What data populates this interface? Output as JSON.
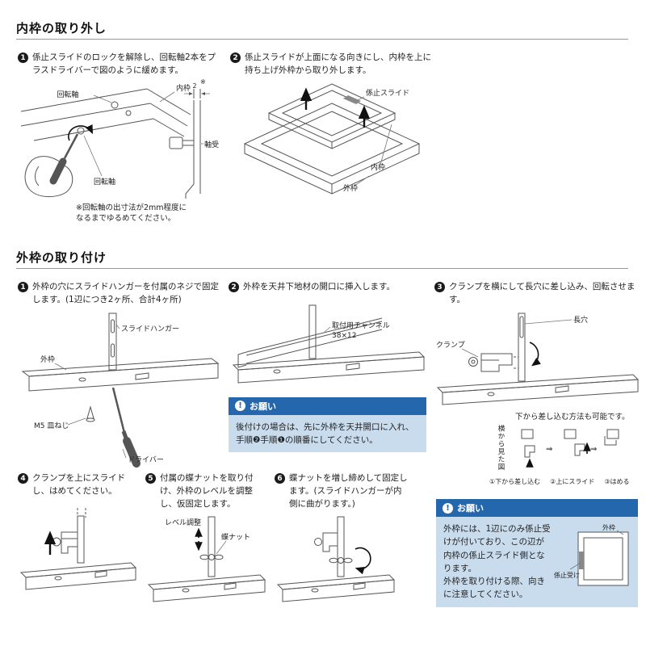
{
  "colors": {
    "accent_blue": "#2467ad",
    "light_blue": "#c9dcee"
  },
  "remove": {
    "title": "内枠の取り外し",
    "step1": {
      "num": "1",
      "text": "係止スライドのロックを解除し、回転軸2本をプラスドライバーで図のように緩めます。",
      "note": "※回転軸の出寸法が2mm程度に\nなるまでゆるめてください。",
      "labels": {
        "kaitenjiku": "回転軸",
        "kaitenjiku2": "回転軸",
        "uchiwaku": "内枠",
        "jikuuke": "軸受",
        "dim": "2",
        "dim_mark": "※"
      }
    },
    "step2": {
      "num": "2",
      "text": "係止スライドが上面になる向きにし、内枠を上に持ち上げ外枠から取り外します。",
      "labels": {
        "keishi_slide": "係止スライド",
        "uchiwaku": "内枠",
        "sotowaku": "外枠"
      }
    }
  },
  "install": {
    "title": "外枠の取り付け",
    "step1": {
      "num": "1",
      "text": "外枠の穴にスライドハンガーを付属のネジで固定します。(1辺につき2ヶ所、合計4ヶ所)",
      "labels": {
        "slide_hanger": "スライドハンガー",
        "sotowaku": "外枠",
        "m5_screw": "M5 皿ねじ",
        "driver": "ドライバー"
      }
    },
    "step2": {
      "num": "2",
      "text": "外枠を天井下地材の開口に挿入します。",
      "labels": {
        "channel": "取付用チャンネル",
        "channel_size": "38×12"
      },
      "onegai": {
        "icon": "!",
        "title": "お願い",
        "text": "後付けの場合は、先に外枠を天井開口に入れ、手順❷手順❶の順番にしてください。"
      }
    },
    "step3": {
      "num": "3",
      "text": "クランプを横にして長穴に差し込み、回転させます。",
      "labels": {
        "nagaana": "長穴",
        "clamp": "クランプ",
        "alt_method": "下から差し込む方法も可能です。",
        "side_view": "横から見た図",
        "arrow": "⇒",
        "sub1": "①下から差し込む",
        "sub2": "②上にスライド",
        "sub3": "③はめる"
      }
    },
    "step4": {
      "num": "4",
      "text": "クランプを上にスライドし、はめてください。"
    },
    "step5": {
      "num": "5",
      "text": "付属の蝶ナットを取り付け、外枠のレベルを調整し、仮固定します。",
      "labels": {
        "level": "レベル調整",
        "wing_nut": "蝶ナット"
      }
    },
    "step6": {
      "num": "6",
      "text": "蝶ナットを増し締めして固定します。(スライドハンガーが内側に曲がります。)"
    },
    "onegai": {
      "icon": "!",
      "title": "お願い",
      "text": "外枠には、1辺にのみ係止受けが付いており、この辺が内枠の係止スライド側となります。\n外枠を取り付ける際、向きに注意してください。",
      "labels": {
        "sotowaku": "外枠",
        "keishi_uke": "係止受け"
      }
    }
  }
}
